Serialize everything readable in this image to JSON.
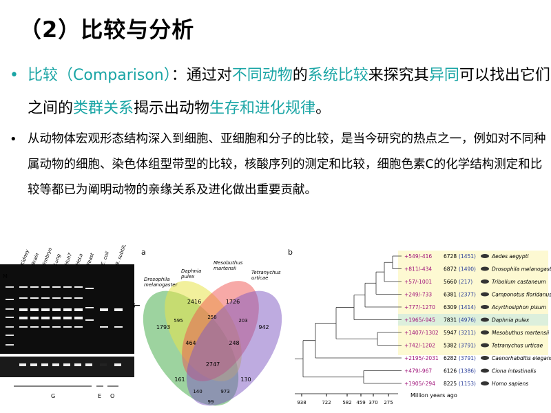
{
  "slide": {
    "title": "（2）比较与分析",
    "bullet1": {
      "parts": [
        {
          "t": "比较（Comparison）",
          "c": "teal"
        },
        {
          "t": "：通过对",
          "c": ""
        },
        {
          "t": "不同动物",
          "c": "teal"
        },
        {
          "t": "的",
          "c": ""
        },
        {
          "t": "系统比较",
          "c": "teal"
        },
        {
          "t": "来探究其",
          "c": ""
        },
        {
          "t": "异同",
          "c": "teal"
        },
        {
          "t": "可以找出它们之间的",
          "c": ""
        },
        {
          "t": "类群关系",
          "c": "teal"
        },
        {
          "t": "揭示出动物",
          "c": ""
        },
        {
          "t": "生存和进化规律",
          "c": "teal"
        },
        {
          "t": "。",
          "c": ""
        }
      ]
    },
    "bullet2": "从动物体宏观形态结构深入到细胞、亚细胞和分子的比较，是当今研究的热点之一，例如对不同种属动物的细胞、染色体组型带型的比较，核酸序列的测定和比较，细胞色素C的化学结构测定和比较等都已为阐明动物的亲缘关系及进化做出重要贡献。"
  },
  "gel": {
    "lanes": [
      "Kidney",
      "Brain",
      "Embryo",
      "Lung",
      "Huh7",
      "HeLa",
      "Yeast",
      "E. coli",
      "B. subtilis"
    ],
    "marker_label": "M",
    "group_labels": [
      "G",
      "E",
      "O"
    ]
  },
  "venn": {
    "panel_label": "a",
    "sets": [
      {
        "name": "Drosophila\nmelanogaster",
        "color": "#4caf50"
      },
      {
        "name": "Daphnia\npulex",
        "color": "#e8e34a"
      },
      {
        "name": "Mesobuthus\nmartensii",
        "color": "#ef5350"
      },
      {
        "name": "Tetranychus\nurticae",
        "color": "#7e57c2"
      }
    ],
    "counts": [
      "1793",
      "2416",
      "1726",
      "942",
      "595",
      "258",
      "203",
      "464",
      "248",
      "2747",
      "161",
      "130",
      "140",
      "973",
      "99"
    ]
  },
  "tree": {
    "panel_label": "b",
    "axis_label": "Million years ago",
    "axis_ticks": [
      "938",
      "722",
      "582",
      "459",
      "370",
      "275"
    ],
    "rows": [
      {
        "change": "+549/-416",
        "genes": "6728",
        "paren": "(1451)",
        "species": "Aedes aegypti"
      },
      {
        "change": "+811/-434",
        "genes": "6872",
        "paren": "(1490)",
        "species": "Drosophila melanogaster"
      },
      {
        "change": "+57/-1001",
        "genes": "5660",
        "paren": "(217)",
        "species": "Tribolium castaneum"
      },
      {
        "change": "+249/-733",
        "genes": "6381",
        "paren": "(2377)",
        "species": "Camponotus floridanus"
      },
      {
        "change": "+777/-1270",
        "genes": "6309",
        "paren": "(1414)",
        "species": "Acyrthosiphon pisum"
      },
      {
        "change": "+1965/-945",
        "genes": "7831",
        "paren": "(4976)",
        "species": "Daphnia pulex"
      },
      {
        "change": "+1407/-1302",
        "genes": "5947",
        "paren": "(3211)",
        "species": "Mesobuthus martensii"
      },
      {
        "change": "+742/-1202",
        "genes": "5382",
        "paren": "(3791)",
        "species": "Tetranychus urticae"
      },
      {
        "change": "+2195/-2031",
        "genes": "6282",
        "paren": "(3791)",
        "species": "Caenorhabditis elegans"
      },
      {
        "change": "+479/-967",
        "genes": "6126",
        "paren": "(1386)",
        "species": "Ciona intestinalis"
      },
      {
        "change": "+1905/-294",
        "genes": "8225",
        "paren": "(1153)",
        "species": "Homo sapiens"
      }
    ]
  }
}
